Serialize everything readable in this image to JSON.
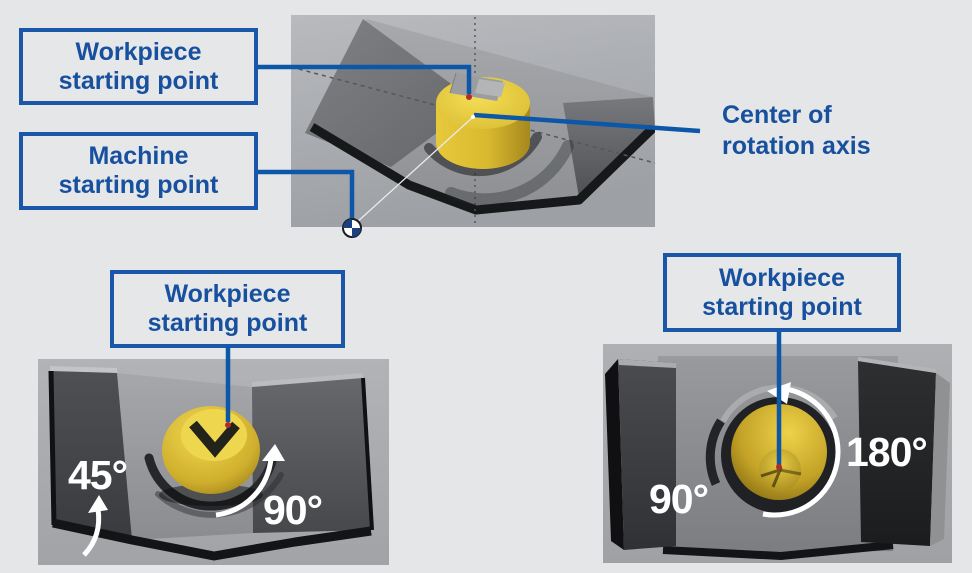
{
  "colors": {
    "page_bg": "#e5e6e8",
    "callout_border": "#1b57a8",
    "callout_text": "#17509e",
    "leader_line": "#0d57a8",
    "point_marker_red": "#b02e2a",
    "angle_text": "#ffffff",
    "workpiece_yellow": "#d9ba30",
    "fixture_gray": "#8e9094"
  },
  "callouts": {
    "workpiece_top": {
      "line1": "Workpiece",
      "line2": "starting point"
    },
    "machine": {
      "line1": "Machine",
      "line2": "starting point"
    },
    "center_of_rotation": {
      "line1": "Center of",
      "line2": "rotation axis"
    },
    "workpiece_bottom_left": {
      "line1": "Workpiece",
      "line2": "starting point"
    },
    "workpiece_bottom_right": {
      "line1": "Workpiece",
      "line2": "starting point"
    }
  },
  "angle_labels": {
    "tilt_45": "45°",
    "rotate_90_bottom_left": "90°",
    "rotate_90_bottom_right": "90°",
    "rotate_180": "180°"
  },
  "icons": {
    "machine_origin": "machine-zero-datum-symbol",
    "workpiece_point": "red-point-marker",
    "rotation_arrow": "curved-white-arrow"
  }
}
